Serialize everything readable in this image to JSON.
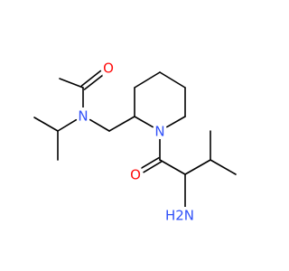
{
  "molecule": {
    "colors": {
      "bond": "#000000",
      "O": "#ff0d0d",
      "N": "#3050f8"
    },
    "atoms": [
      {
        "id": "c_methyl_acetyl",
        "element": "C"
      },
      {
        "id": "c_carbonyl_acetyl",
        "element": "C"
      },
      {
        "id": "o_acetyl",
        "element": "O",
        "label": "O"
      },
      {
        "id": "n_amide",
        "element": "N",
        "label": "N"
      },
      {
        "id": "c_isopropyl_ch",
        "element": "C"
      },
      {
        "id": "c_isopropyl_me1",
        "element": "C"
      },
      {
        "id": "c_isopropyl_me2",
        "element": "C"
      },
      {
        "id": "c_methylene",
        "element": "C"
      },
      {
        "id": "c_ring2",
        "element": "C"
      },
      {
        "id": "c_ring3",
        "element": "C"
      },
      {
        "id": "c_ring4",
        "element": "C"
      },
      {
        "id": "c_ring5",
        "element": "C"
      },
      {
        "id": "c_ring6",
        "element": "C"
      },
      {
        "id": "n_ring",
        "element": "N",
        "label": "N"
      },
      {
        "id": "c_carbonyl_valine",
        "element": "C"
      },
      {
        "id": "o_valine",
        "element": "O",
        "label": "O"
      },
      {
        "id": "c_alpha",
        "element": "C"
      },
      {
        "id": "n_amine",
        "element": "N",
        "label": "H2N"
      },
      {
        "id": "c_beta",
        "element": "C"
      },
      {
        "id": "c_gamma1",
        "element": "C"
      },
      {
        "id": "c_gamma2",
        "element": "C"
      }
    ],
    "bonds": [
      {
        "from": "c_methyl_acetyl",
        "to": "c_carbonyl_acetyl",
        "order": 1
      },
      {
        "from": "c_carbonyl_acetyl",
        "to": "o_acetyl",
        "order": 2
      },
      {
        "from": "c_carbonyl_acetyl",
        "to": "n_amide",
        "order": 1
      },
      {
        "from": "n_amide",
        "to": "c_isopropyl_ch",
        "order": 1
      },
      {
        "from": "c_isopropyl_ch",
        "to": "c_isopropyl_me1",
        "order": 1
      },
      {
        "from": "c_isopropyl_ch",
        "to": "c_isopropyl_me2",
        "order": 1
      },
      {
        "from": "n_amide",
        "to": "c_methylene",
        "order": 1
      },
      {
        "from": "c_methylene",
        "to": "c_ring2",
        "order": 1
      },
      {
        "from": "c_ring2",
        "to": "c_ring3",
        "order": 1
      },
      {
        "from": "c_ring3",
        "to": "c_ring4",
        "order": 1
      },
      {
        "from": "c_ring4",
        "to": "c_ring5",
        "order": 1
      },
      {
        "from": "c_ring5",
        "to": "c_ring6",
        "order": 1
      },
      {
        "from": "c_ring6",
        "to": "n_ring",
        "order": 1
      },
      {
        "from": "n_ring",
        "to": "c_ring2",
        "order": 1
      },
      {
        "from": "n_ring",
        "to": "c_carbonyl_valine",
        "order": 1
      },
      {
        "from": "c_carbonyl_valine",
        "to": "o_valine",
        "order": 2
      },
      {
        "from": "c_carbonyl_valine",
        "to": "c_alpha",
        "order": 1
      },
      {
        "from": "c_alpha",
        "to": "n_amine",
        "order": 1
      },
      {
        "from": "c_alpha",
        "to": "c_beta",
        "order": 1
      },
      {
        "from": "c_beta",
        "to": "c_gamma1",
        "order": 1
      },
      {
        "from": "c_beta",
        "to": "c_gamma2",
        "order": 1
      }
    ]
  }
}
